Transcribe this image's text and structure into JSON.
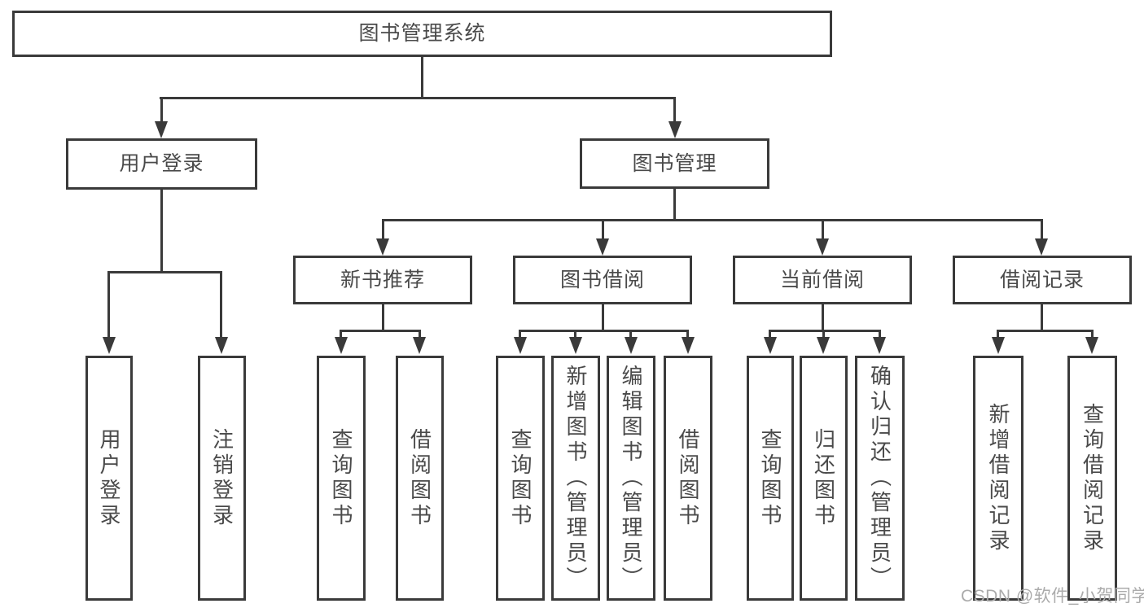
{
  "nodes": {
    "root": {
      "label": "图书管理系统"
    },
    "user_login": {
      "label": "用户登录"
    },
    "book_mgmt": {
      "label": "图书管理"
    },
    "new_book_rec": {
      "label": "新书推荐"
    },
    "book_borrow": {
      "label": "图书借阅"
    },
    "current_borrow": {
      "label": "当前借阅"
    },
    "borrow_records": {
      "label": "借阅记录"
    }
  },
  "leaves": {
    "user_login_leaf": {
      "label": "用户登录"
    },
    "logout": {
      "label": "注销登录"
    },
    "search_book_1": {
      "label": "查询图书"
    },
    "borrow_book_1": {
      "label": "借阅图书"
    },
    "search_book_2": {
      "label": "查询图书"
    },
    "add_book": {
      "label": "新增图书（管理员）"
    },
    "edit_book": {
      "label": "编辑图书（管理员）"
    },
    "borrow_book_2": {
      "label": "借阅图书"
    },
    "search_book_3": {
      "label": "查询图书"
    },
    "return_book": {
      "label": "归还图书"
    },
    "confirm_return": {
      "label": "确认归还（管理员）"
    },
    "add_borrow_record": {
      "label": "新增借阅记录"
    },
    "search_borrow_record": {
      "label": "查询借阅记录"
    }
  },
  "watermark": "CSDN @软件_小贺同学",
  "colors": {
    "line": "#3a3a3a",
    "text": "#4a4a4a",
    "watermark": "#ababab",
    "background": "#ffffff"
  }
}
